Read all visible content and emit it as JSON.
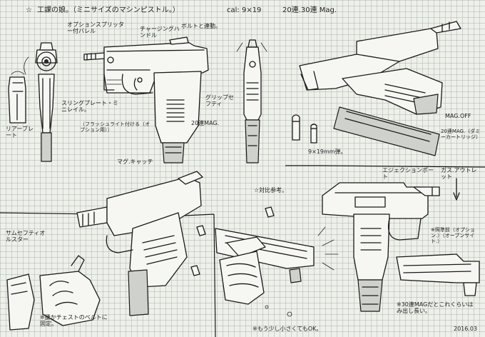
{
  "header": {
    "star": "☆",
    "title": "工課の娘。（ミニサイズのマシンピストル。）",
    "caliber": "cal: 9×19",
    "mags": "20連.30連 Mag."
  },
  "front_view_notes": {
    "rear_plate": "リアーブレート"
  },
  "side_view_notes": {
    "barrel": "オプションスプリッター付バレル",
    "charging_handle": "チャージングハンドル",
    "bolt_interlock": "ボルトと連動。",
    "sling_plate": "スリングプレート・ミニレイル。",
    "flashlight": "（フラッシュライト付ける（オプション用））",
    "grip_safety": "グリップセフティ",
    "mag_20": "20連MAG.",
    "mag_catch": "マグ.キャッチ"
  },
  "ammo_notes": {
    "round": "9×19mm弾。",
    "mag_off": "MAG.OFF",
    "mag_20_dummy": "20連MAG.（ダミーカートリッジ）"
  },
  "right_view_notes": {
    "ejection_port": "エジェクションポート",
    "gas_outlet": "ガス.アウトレット",
    "rear_sight": "※照準前（オプション.）（オープンサイト.）",
    "mag_30": "※30連MAGだとこれくらいはみ出し長い。"
  },
  "bottom_notes": {
    "thumb_safety": "サムセフティオルスター",
    "holster": "※腰かチェストのベルトに固定。",
    "compare": "☆対比参考。",
    "smaller": "※もう少し小さくてもOK。"
  },
  "signature": "2016.03"
}
